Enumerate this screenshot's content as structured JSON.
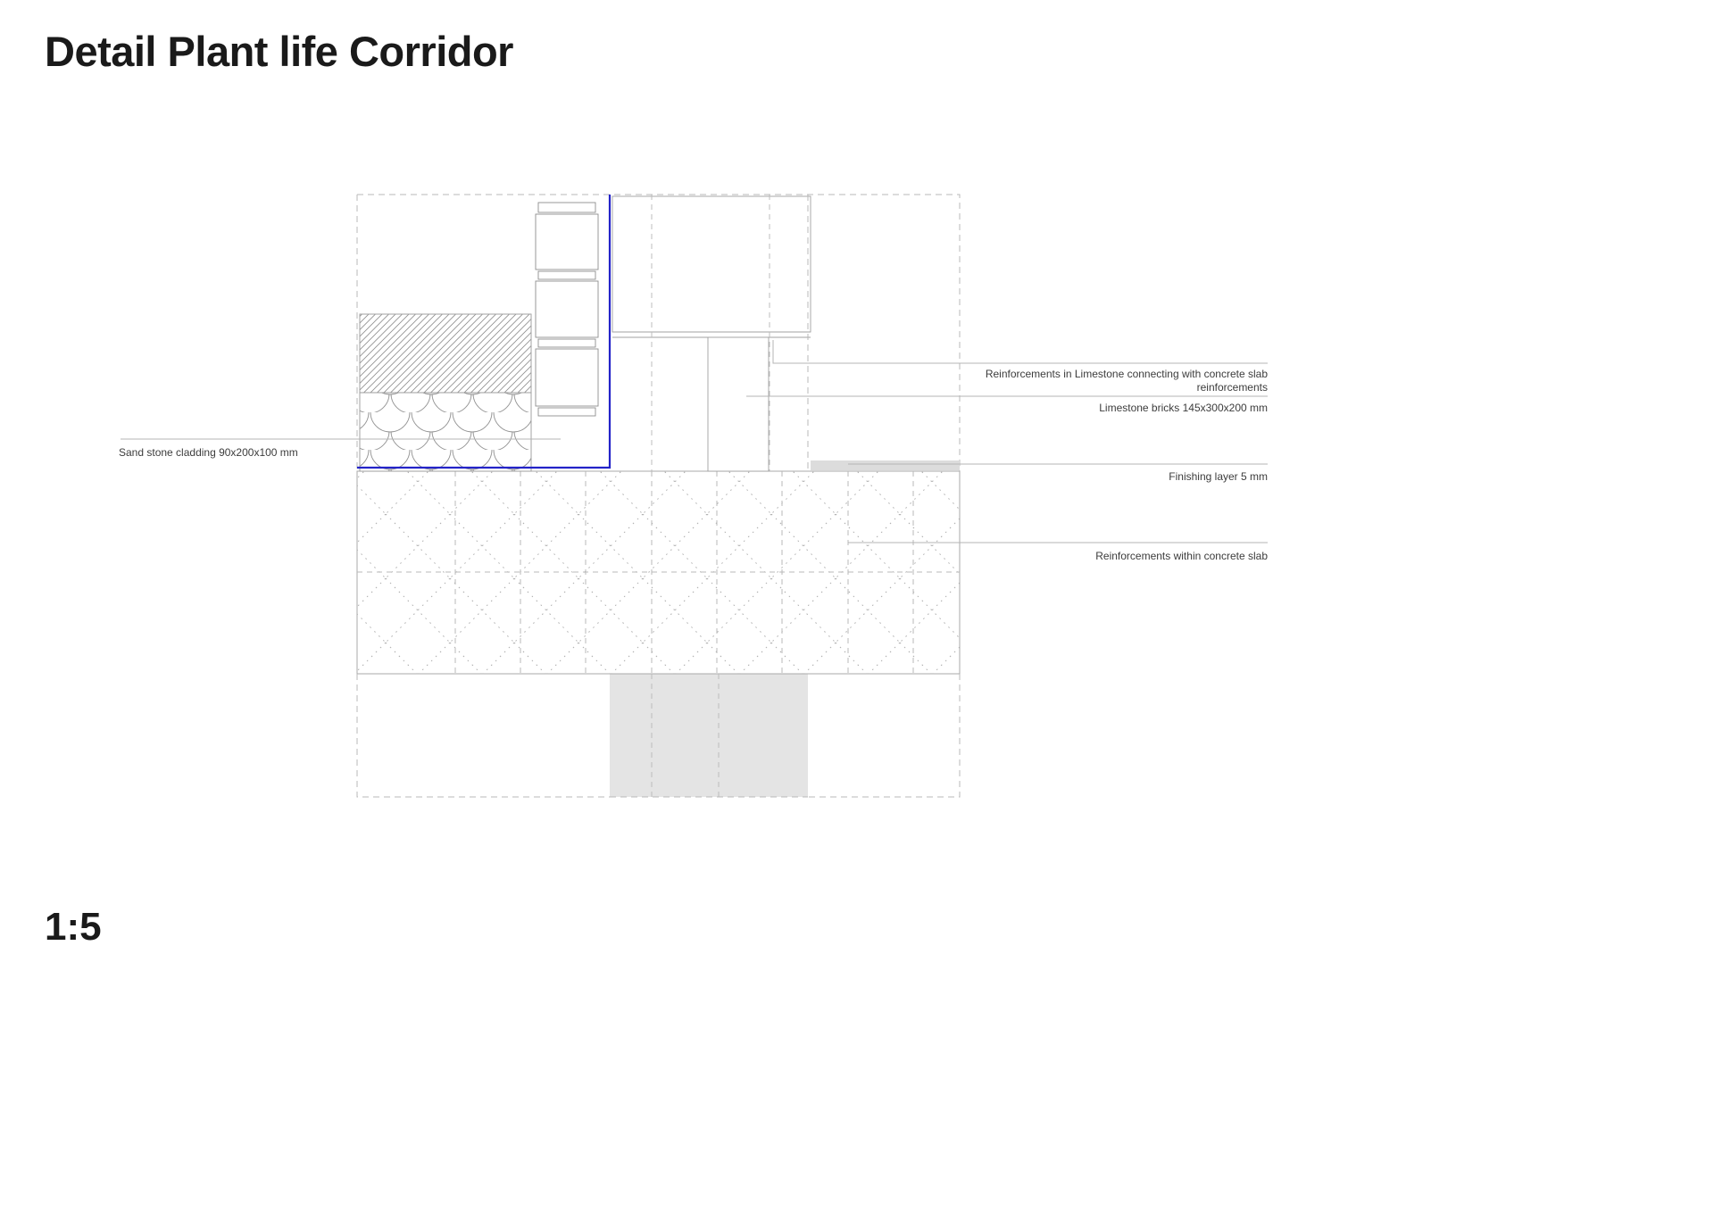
{
  "page": {
    "title": "Detail Plant life Corridor",
    "scale": "1:5"
  },
  "labels": {
    "sand_stone": "Sand stone cladding 90x200x100 mm",
    "reinforcements_limestone": "Reinforcements in Limestone connecting with concrete slab reinforcements",
    "limestone_bricks": "Limestone bricks 145x300x200 mm",
    "finishing_layer": "Finishing layer 5 mm",
    "reinforcements_slab": "Reinforcements within concrete slab"
  },
  "colors": {
    "accent_blue": "#2323c8",
    "line_gray": "#a0a0a0",
    "dash_gray": "#bdbdbd",
    "leader_gray": "#b4b4b4",
    "column_gray": "#e4e4e4",
    "finish_gray": "#dcdcdc"
  }
}
